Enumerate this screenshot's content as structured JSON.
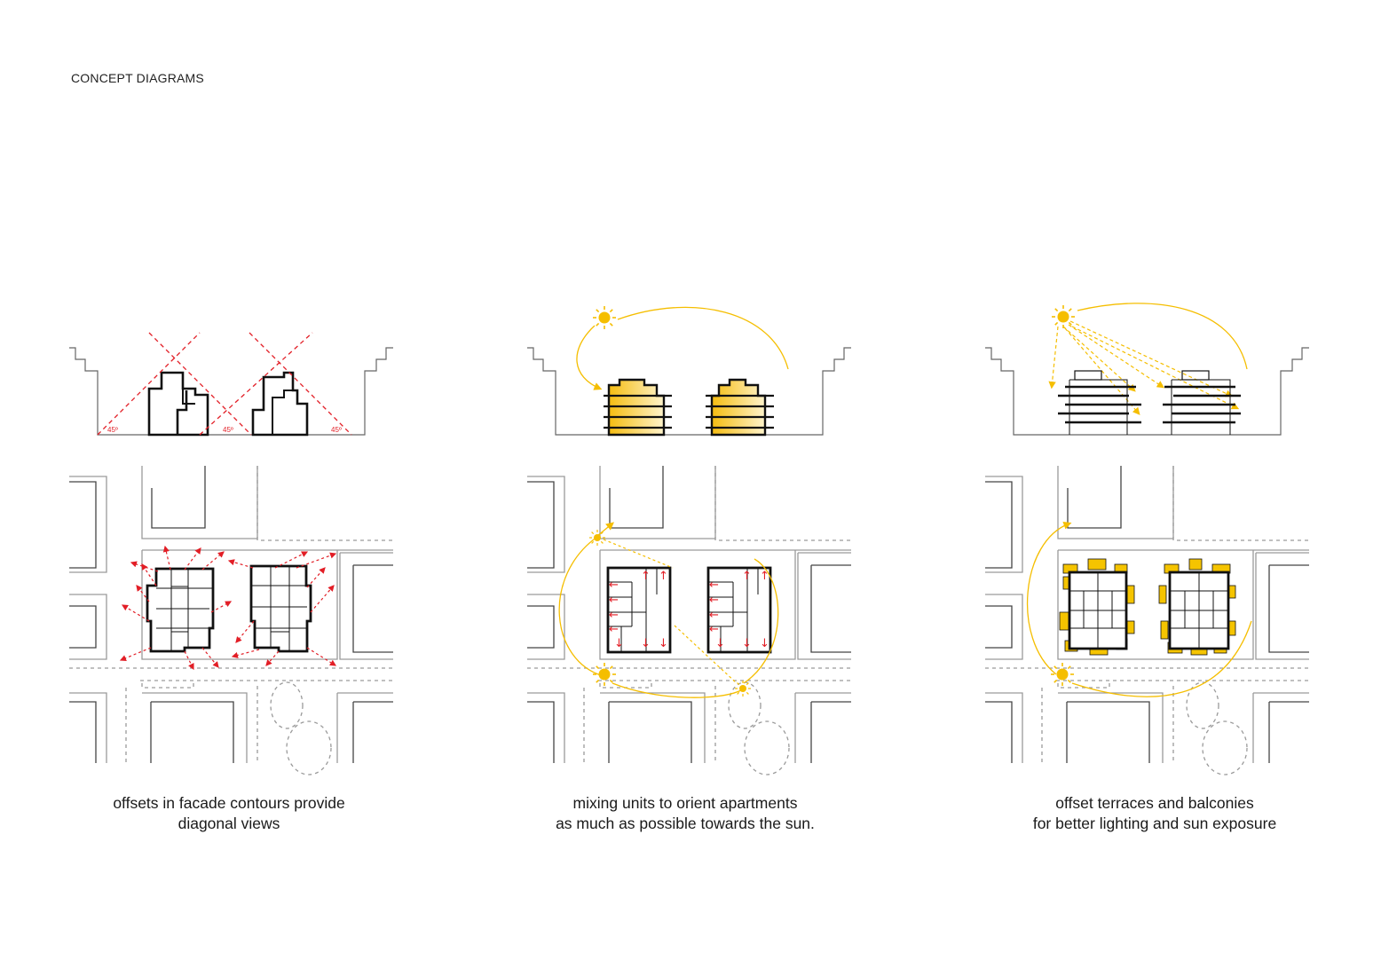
{
  "page": {
    "title": "CONCEPT DIAGRAMS"
  },
  "colors": {
    "sun": "#f5be00",
    "view_arrows": "#e21e26",
    "building_outline": "#111111",
    "context_lines": "#9a9a9a",
    "terrace_fill": "#f5c400"
  },
  "panels": [
    {
      "id": "diagonal-views",
      "section_angle_labels": [
        "45º",
        "45º",
        "45º"
      ],
      "caption_line1": "offsets in facade contours provide",
      "caption_line2": "diagonal views"
    },
    {
      "id": "sun-orientation",
      "caption_line1": "mixing units to orient apartments",
      "caption_line2": "as much as possible towards the sun."
    },
    {
      "id": "terraces-balconies",
      "caption_line1": "offset terraces and balconies",
      "caption_line2": "for better lighting and sun exposure"
    }
  ],
  "icons": [
    "sun-icon",
    "arrow-icon"
  ]
}
